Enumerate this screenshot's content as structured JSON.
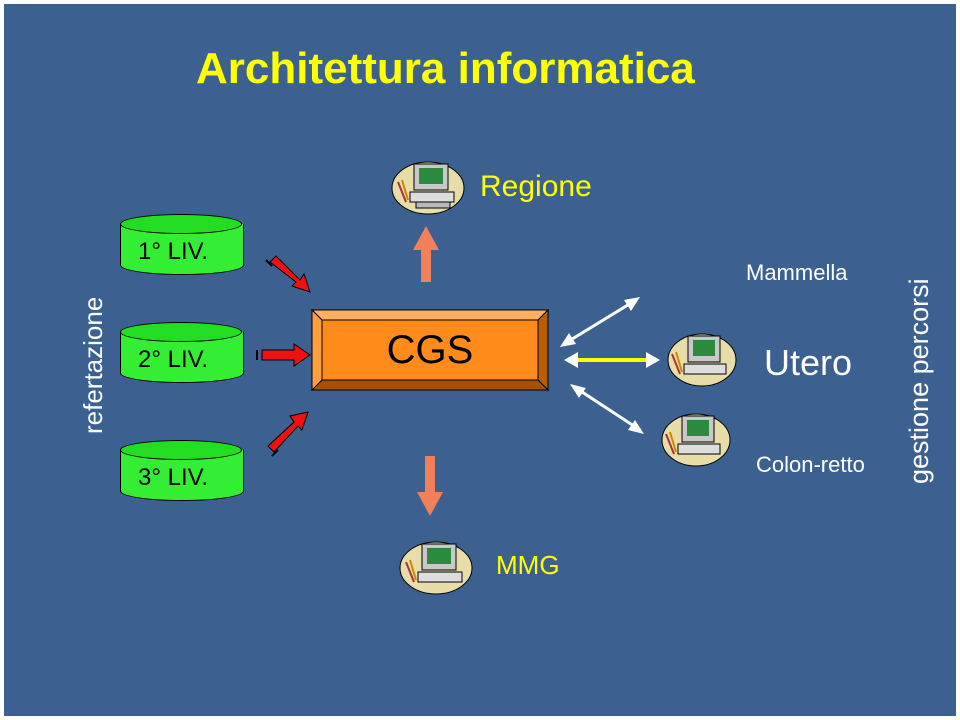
{
  "title": "Architettura informatica",
  "center": {
    "label": "CGS"
  },
  "levels": [
    {
      "label": "1° LIV."
    },
    {
      "label": "2° LIV."
    },
    {
      "label": "3° LIV."
    }
  ],
  "left_side_label": "refertazione",
  "right_side_label": "gestione percorsi",
  "top_node": {
    "label": "Regione",
    "icon": "computer-icon"
  },
  "bottom_node": {
    "label": "MMG",
    "icon": "computer-icon"
  },
  "right_nodes": [
    {
      "label": "Mammella"
    },
    {
      "label": "Utero"
    },
    {
      "label": "Colon-retto"
    }
  ],
  "colors": {
    "background": "#3c6190",
    "title": "#ffff00",
    "cylinders": "#33ee33",
    "cgs_box": "#ff8c1a",
    "red_arrows": "#ee1111",
    "salmon_arrows": "#f07f5a"
  }
}
